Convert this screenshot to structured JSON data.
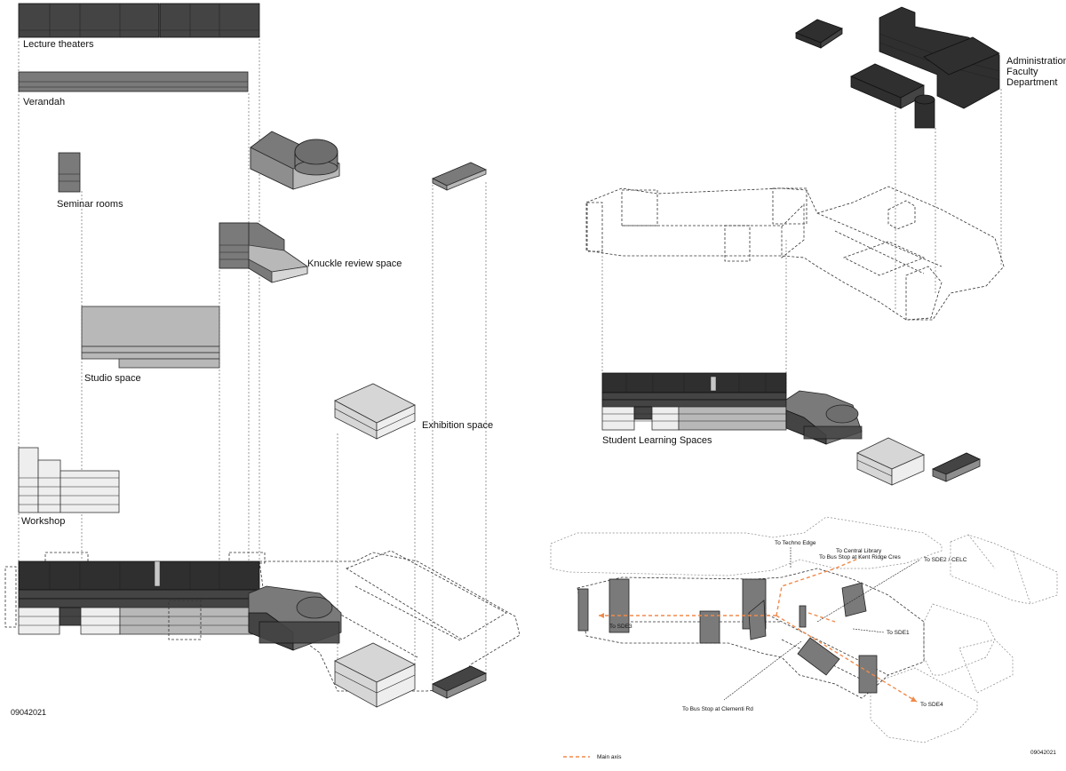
{
  "labels": {
    "lecture_theaters": "Lecture theaters",
    "verandah": "Verandah",
    "seminar_rooms": "Seminar rooms",
    "knuckle_review_space": "Knuckle review space",
    "studio_space": "Studio space",
    "exhibition_space": "Exhibition space",
    "workshop": "Workshop",
    "student_learning_spaces": "Student Learning Spaces",
    "administration": "Administration",
    "faculty": "Faculty",
    "department": "Department"
  },
  "site_map": {
    "to_techno_edge": "To Techno Edge",
    "to_central_library": "To Central Library",
    "to_bus_stop_kent_ridge": "To Bus Stop at Kent Ridge Cres",
    "to_sde2_celc": "To SDE2 / CELC",
    "to_sde3": "To SDE3",
    "to_sde1": "To SDE1",
    "to_sde4": "To SDE4",
    "to_bus_stop_clementi": "To Bus Stop at Clementi Rd"
  },
  "legend": {
    "main_axis": "Main axis",
    "main_axis_color": "#f08a4b"
  },
  "codes": {
    "left": "09042021",
    "right": "09042021"
  },
  "colors": {
    "dark": "#444444",
    "medium": "#7a7a7a",
    "light": "#b8b8b8",
    "extra_light": "#eeeeee"
  }
}
